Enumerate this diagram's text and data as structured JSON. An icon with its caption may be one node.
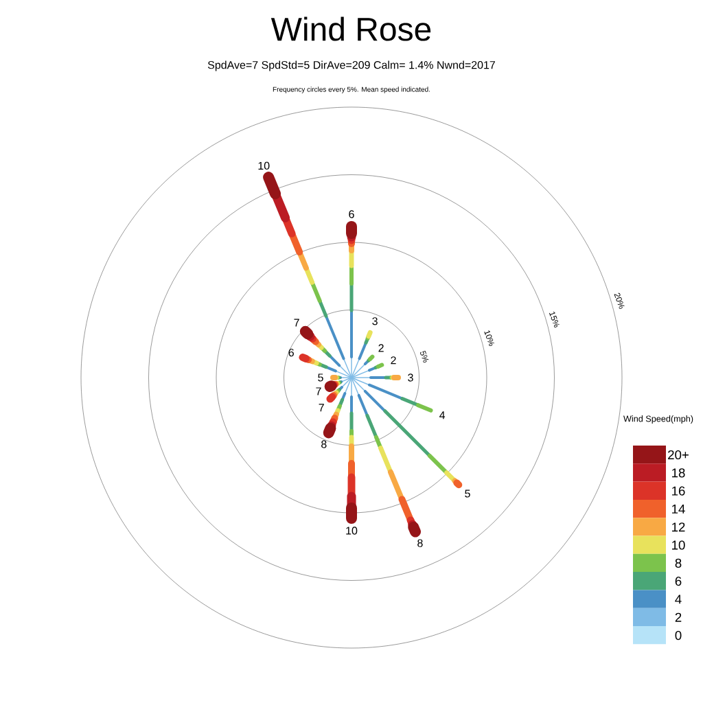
{
  "diagram": {
    "title": "Wind Rose",
    "labels": [
      "SpdAve=7  SpdStd=5  DirAve=209   Calm= 1.4%  Nwnd=2017",
      "Frequency circles every 5%. Mean speed indicated.",
      "6",
      "3",
      "2",
      "2",
      "3",
      "4",
      "5",
      "8",
      "10",
      "8",
      "7",
      "7",
      "5",
      "6",
      "7",
      "10",
      "5%",
      "10%",
      "15%",
      "20%",
      "Wind Speed(mph)"
    ],
    "legend": [
      {
        "text": "20+",
        "color": "#951518"
      },
      {
        "text": "18",
        "color": "#bb1c24"
      },
      {
        "text": "16",
        "color": "#dc3328"
      },
      {
        "text": "14",
        "color": "#f0612b"
      },
      {
        "text": "12",
        "color": "#f8a944"
      },
      {
        "text": "10",
        "color": "#e8e25c"
      },
      {
        "text": "8",
        "color": "#7cc34c"
      },
      {
        "text": "6",
        "color": "#4aa677"
      },
      {
        "text": "4",
        "color": "#4a90c6"
      },
      {
        "text": "2",
        "color": "#7fbbe6"
      },
      {
        "text": "0",
        "color": "#b6e3f8"
      }
    ]
  }
}
